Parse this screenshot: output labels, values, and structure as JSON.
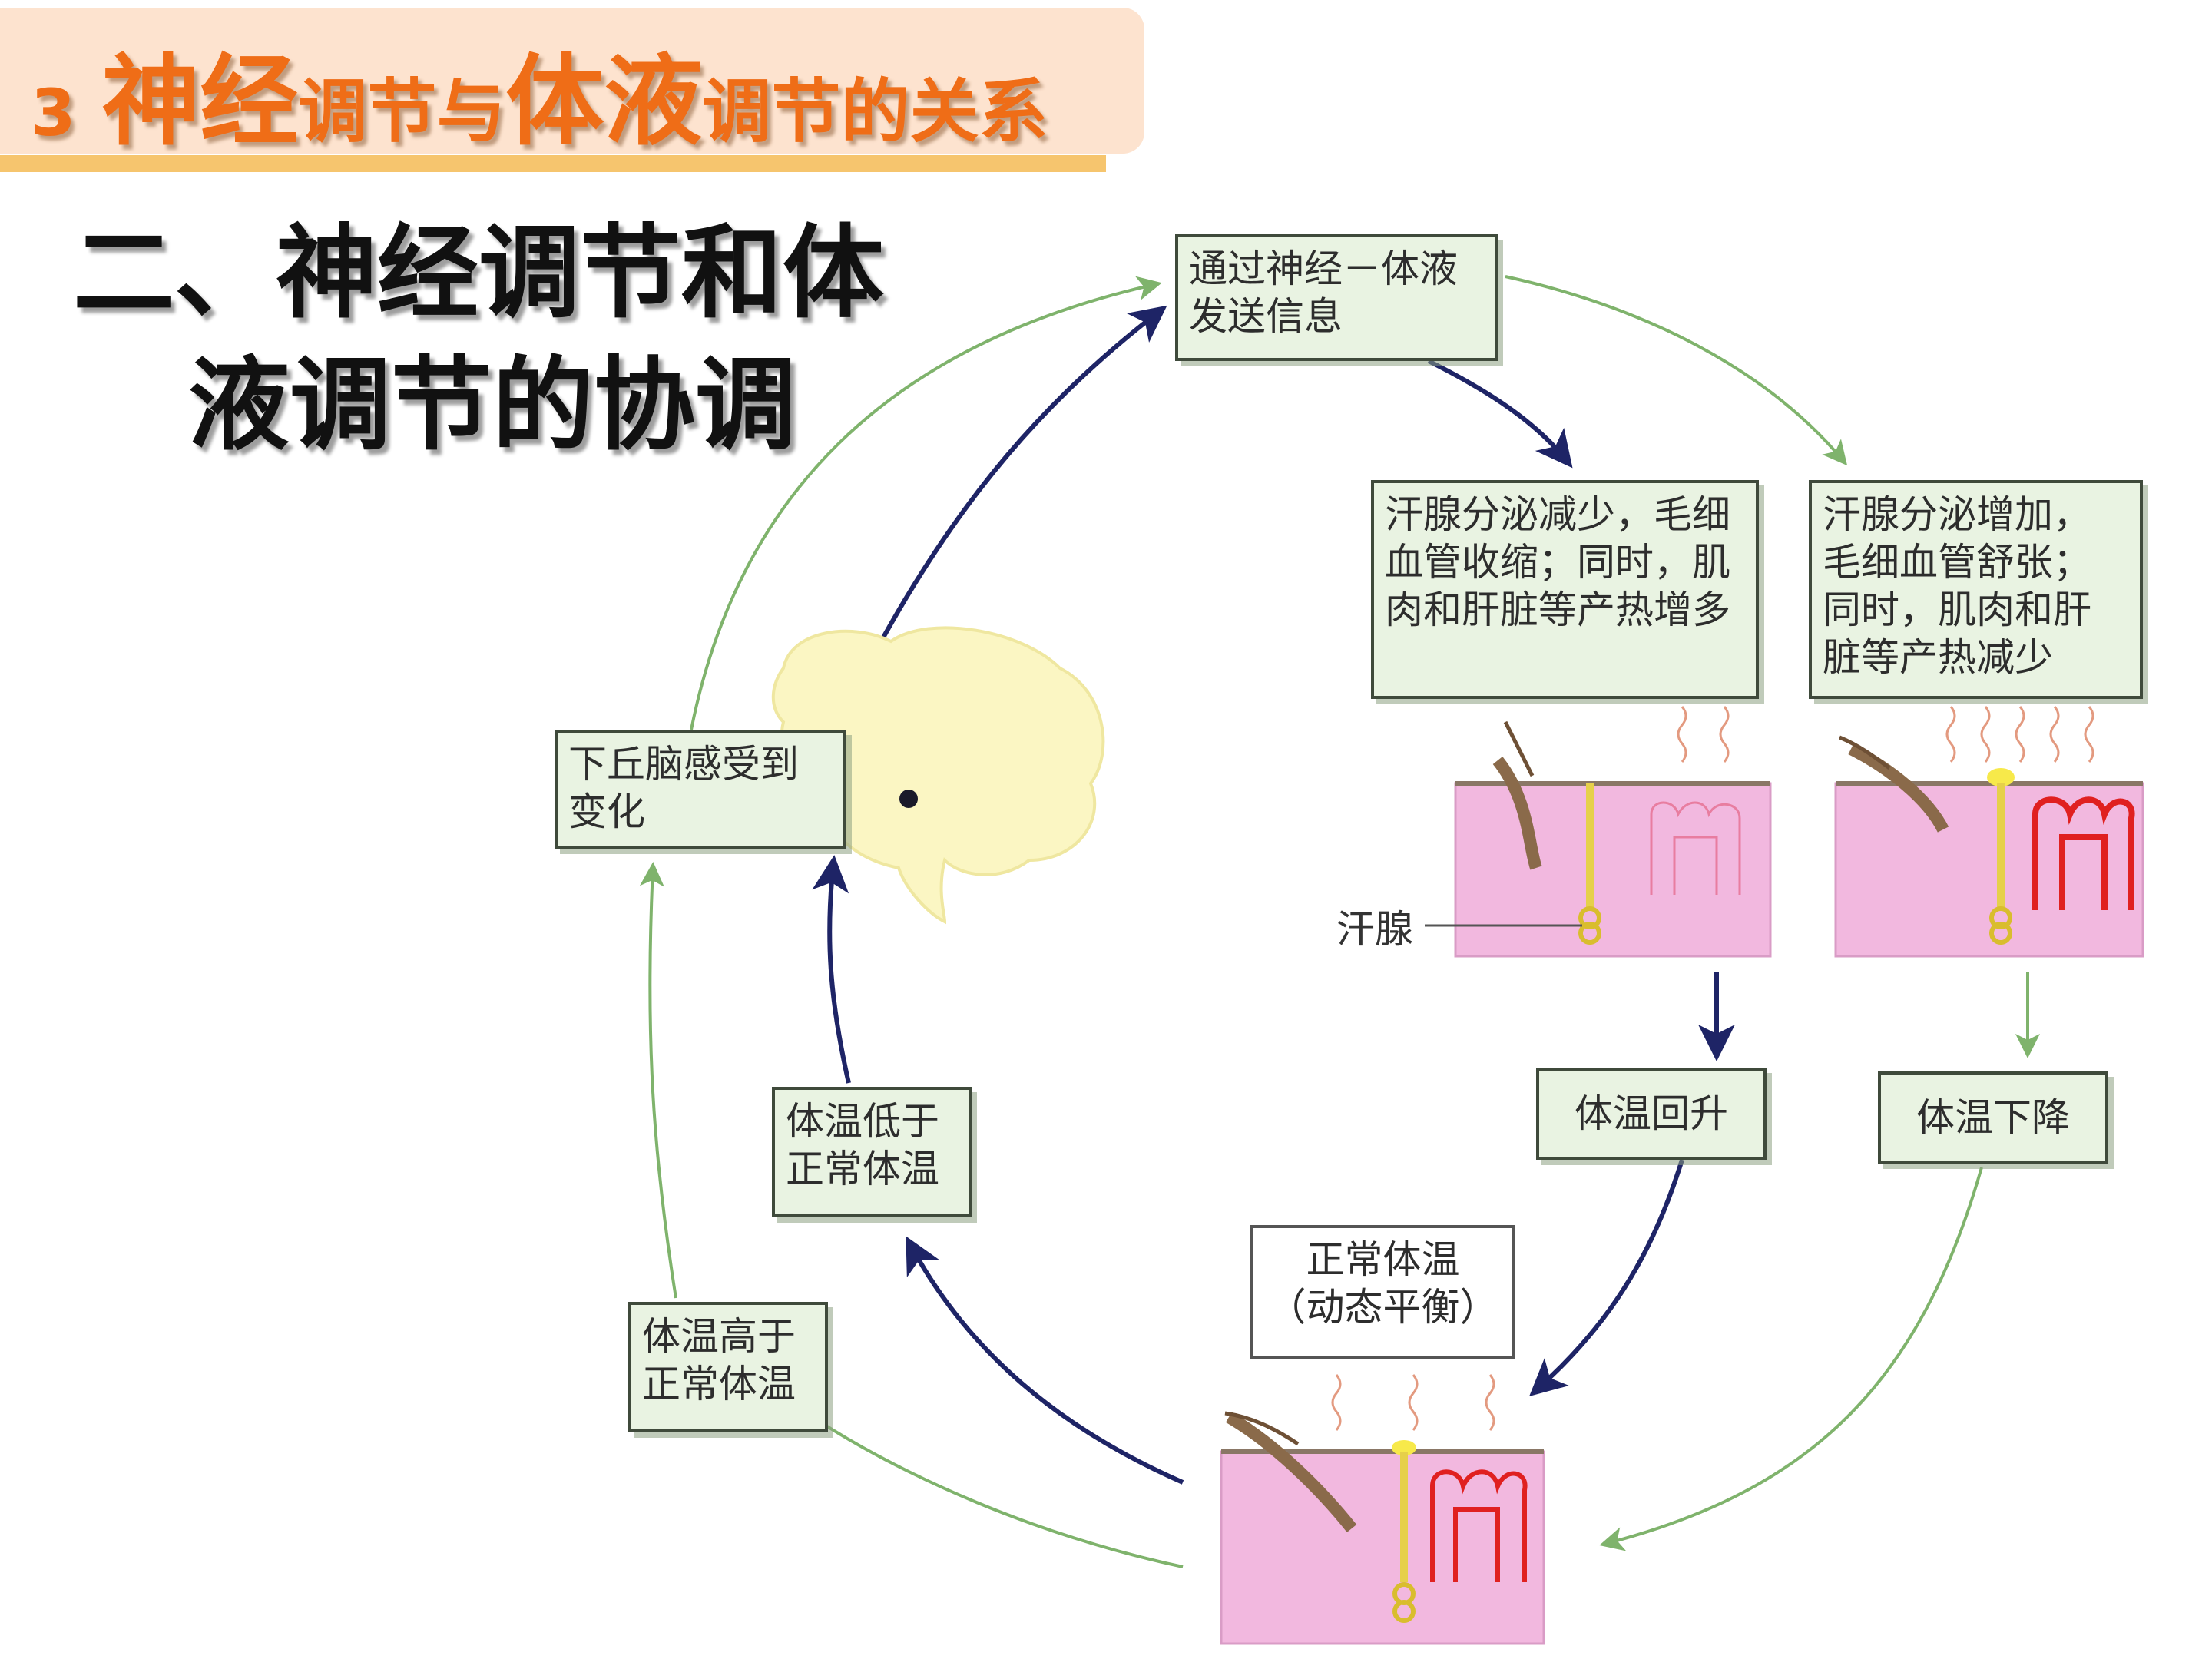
{
  "header": {
    "num": "3",
    "part1": "神经",
    "part2": "调节与",
    "part3": "体液",
    "part4": "调节的关系"
  },
  "subheading": {
    "line1": "二、神经调节和体",
    "line2": "液调节的协调"
  },
  "diagram": {
    "send_info": "通过神经－体液发送信息",
    "cold_response": "汗腺分泌减少，毛细血管收缩；同时，肌肉和肝脏等产热增多",
    "hot_response": "汗腺分泌增加，毛细血管舒张；同时，肌肉和肝脏等产热减少",
    "hypothalamus": "下丘脑感受到变化",
    "sweat_gland_label": "汗腺",
    "temp_rises": "体温回升",
    "temp_falls": "体温下降",
    "below_normal": "体温低于正常体温",
    "above_normal": "体温高于正常体温",
    "normal_temp_line1": "正常体温",
    "normal_temp_line2": "（动态平衡）"
  },
  "colors": {
    "title_orange": "#ef6d17",
    "header_bg": "#fde3cf",
    "header_line": "#f6c56e",
    "box_green": "#e9f3e2",
    "dark_arrow": "#1e2466",
    "light_arrow": "#7fb36c",
    "skin_pink": "#f2b8df",
    "vessel_red": "#e02020",
    "brain_yellow": "#fbf6c3"
  }
}
